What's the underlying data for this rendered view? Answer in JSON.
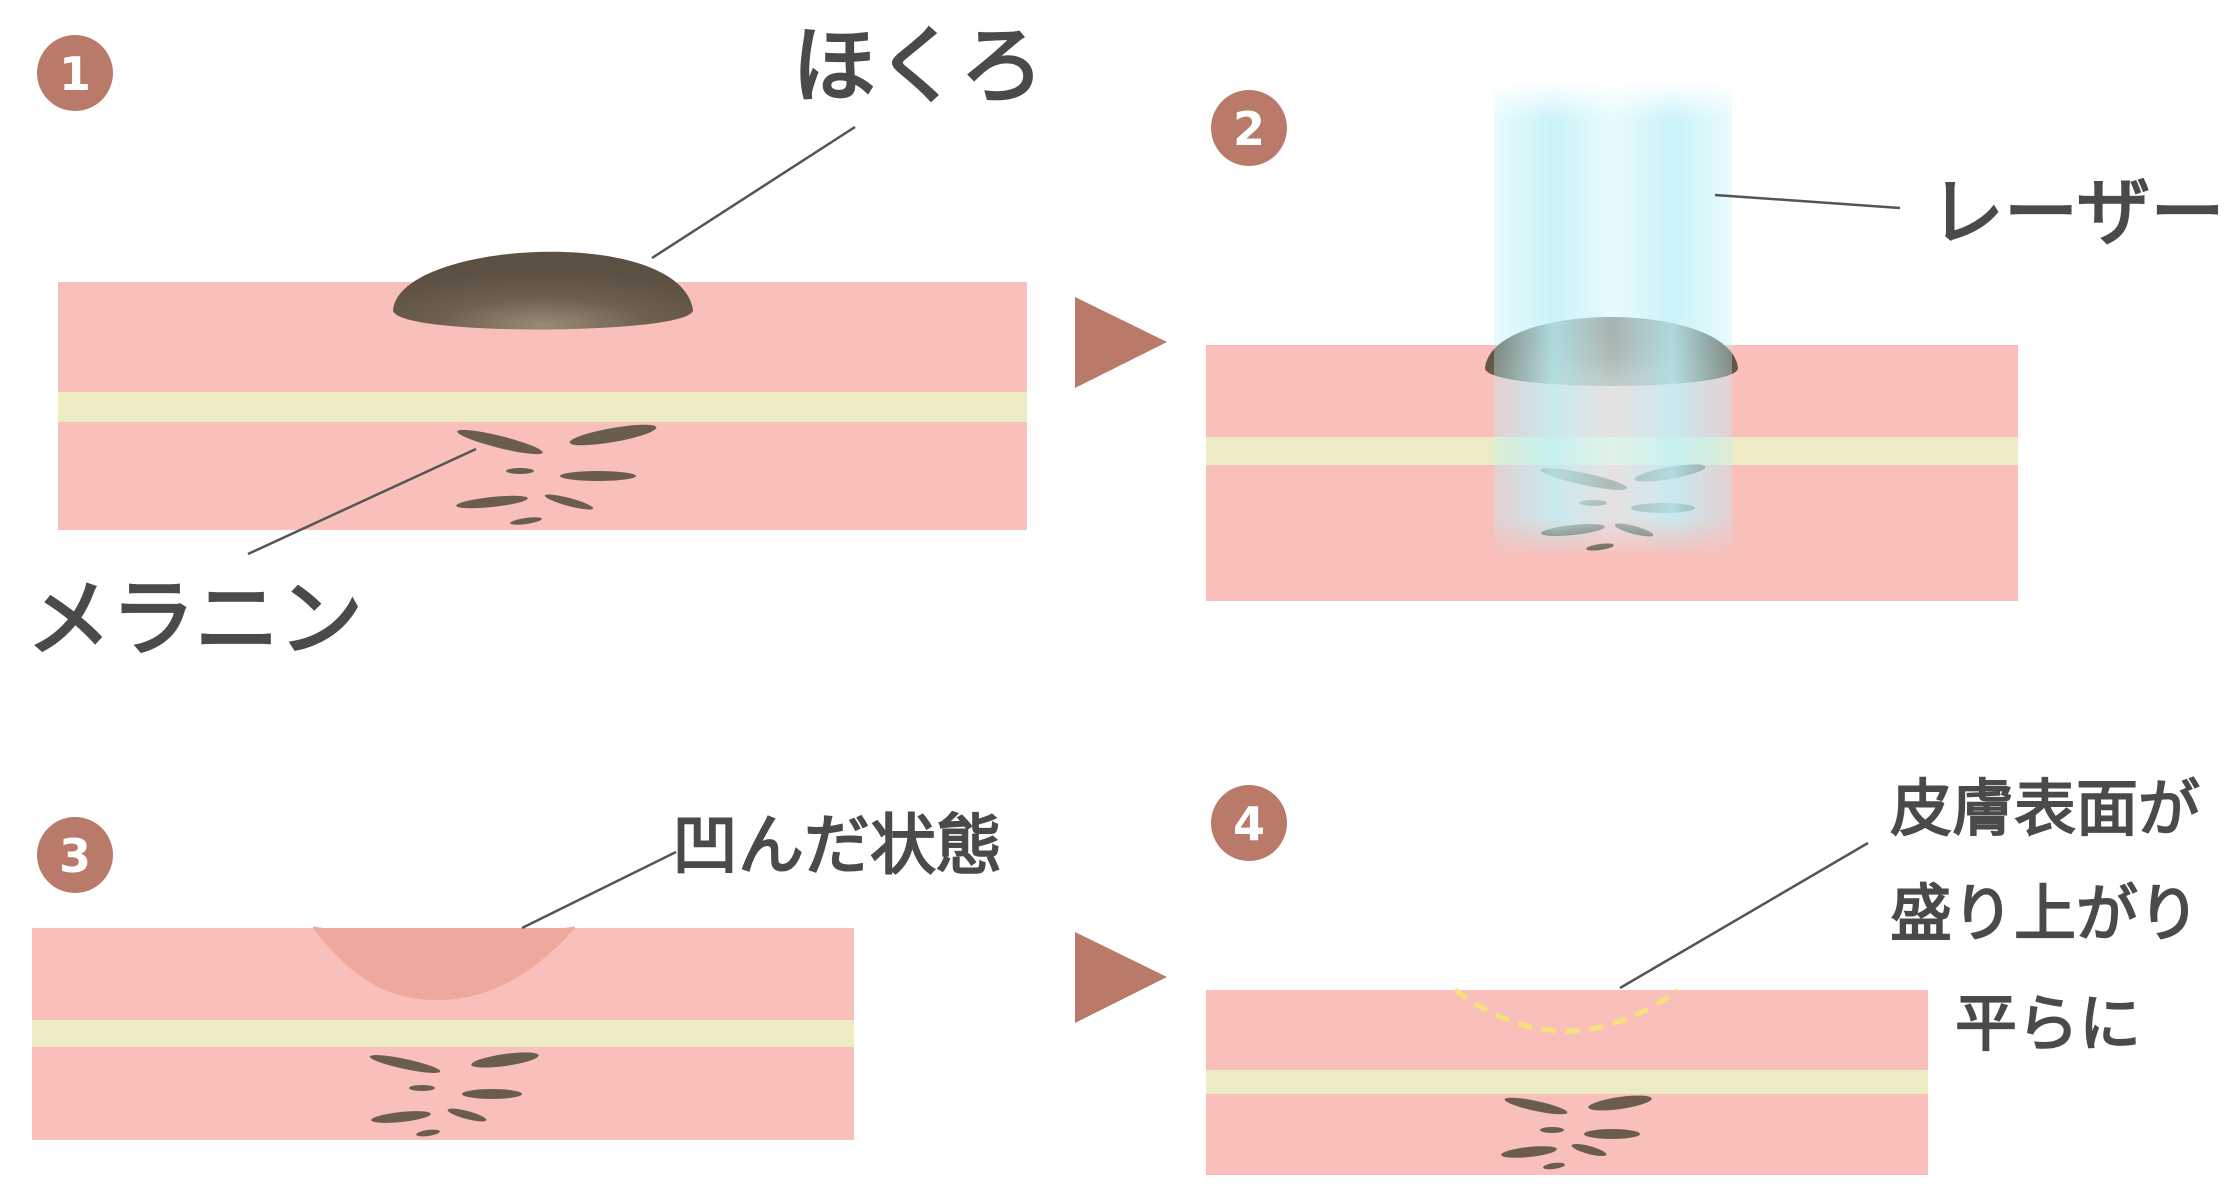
{
  "steps": [
    {
      "number": "1",
      "labels": {
        "mole": "ほくろ",
        "melanin": "メラニン"
      }
    },
    {
      "number": "2",
      "labels": {
        "laser": "レーザー"
      }
    },
    {
      "number": "3",
      "labels": {
        "dent": "凹んだ状態"
      }
    },
    {
      "number": "4",
      "labels": {
        "line1": "皮膚表面が",
        "line2": "盛り上がり",
        "line3": "平らに"
      }
    }
  ],
  "colors": {
    "skin": "#f8bfbb",
    "dermis_band": "#ecebc4",
    "mole": "#6b5d4e",
    "melanin": "#6b5d4e",
    "badge": "#b97a6a",
    "arrow": "#b97a6a",
    "laser": "#bff1f8",
    "dent": "#eea89c",
    "dash": "#f5e27a",
    "label": "#4a4a4a",
    "leader": "#555555"
  }
}
